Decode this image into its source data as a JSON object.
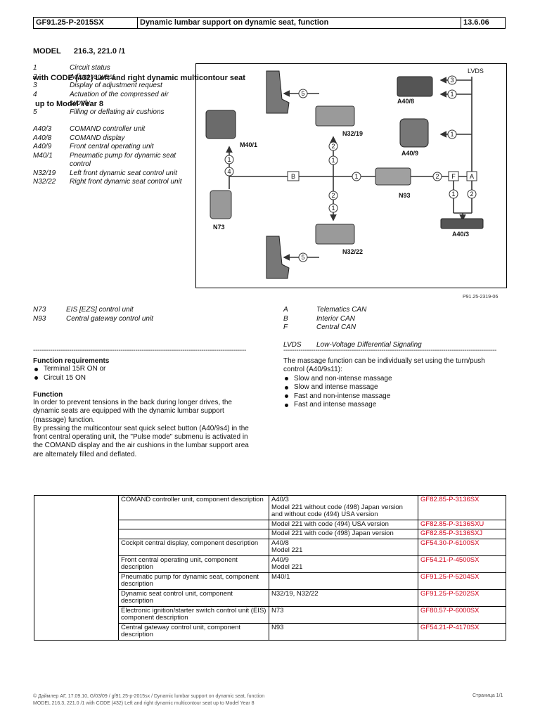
{
  "header": {
    "doc_id": "GF91.25-P-2015SX",
    "title": "Dynamic lumbar support on dynamic seat, function",
    "date": "13.6.06"
  },
  "model": {
    "line1": "MODEL      216.3, 221.0 /1",
    "line2": "with CODE (432) Left and right dynamic multicontour seat",
    "line3": " up to Model Year 8"
  },
  "legend_numbers": [
    {
      "key": "1",
      "text": "Circuit status"
    },
    {
      "key": "2",
      "text": "Adjust request"
    },
    {
      "key": "3",
      "text": "Display of adjustment request"
    },
    {
      "key": "4",
      "text": "Actuation of the compressed air supply"
    },
    {
      "key": "5",
      "text": "Filling or deflating air cushions"
    }
  ],
  "legend_components": [
    {
      "key": "A40/3",
      "text": "COMAND controller unit"
    },
    {
      "key": "A40/8",
      "text": "COMAND display"
    },
    {
      "key": "A40/9",
      "text": "Front central operating unit"
    },
    {
      "key": "M40/1",
      "text": "Pneumatic pump for dynamic seat control"
    },
    {
      "key": "N32/19",
      "text": "Left front dynamic seat control unit"
    },
    {
      "key": "N32/22",
      "text": "Right front dynamic seat control unit"
    }
  ],
  "legend_lower_left": [
    {
      "key": "N73",
      "text": "EIS [EZS] control unit"
    },
    {
      "key": "N93",
      "text": "Central gateway control unit"
    }
  ],
  "legend_lower_right": [
    {
      "key": "A",
      "text": "Telematics CAN"
    },
    {
      "key": "B",
      "text": "Interior CAN"
    },
    {
      "key": "F",
      "text": "Central CAN"
    }
  ],
  "legend_lvds": {
    "key": "LVDS",
    "text": "Low-Voltage Differential Signaling"
  },
  "diagram": {
    "labels": {
      "lvds": "LVDS",
      "a40_8": "A40/8",
      "a40_9": "A40/9",
      "a40_3": "A40/3",
      "m40_1": "M40/1",
      "n32_19": "N32/19",
      "n32_22": "N32/22",
      "n73": "N73",
      "n93": "N93",
      "bus_b": "B",
      "bus_f": "F",
      "bus_a": "A",
      "n1": "1",
      "n2": "2",
      "n3": "3",
      "n4": "4",
      "n5": "5"
    },
    "figure_id": "P91.25-2319-06"
  },
  "dashes": "----------------------------------------------------------------------------------------------------------------------",
  "function_requirements": {
    "title": "Function requirements",
    "items": [
      "Terminal 15R ON or",
      "Circuit 15 ON"
    ]
  },
  "function": {
    "title": "Function",
    "p1": "In order to prevent tensions in the back during longer drives, the dynamic seats are equipped with the dynamic lumbar support (massage) function.",
    "p2": "By pressing the multicontour seat quick select button (A40/9s4) in the front central operating unit, the \"Pulse mode\" submenu is activated in the COMAND display and the air cushions in the lumbar support area are alternately filled and deflated."
  },
  "massage": {
    "intro": "The massage function can be individually set using the turn/push control (A40/9s11):",
    "items": [
      "Slow and non-intense massage",
      "Slow and intense massage",
      "Fast and non-intense massage",
      "Fast and intense massage"
    ]
  },
  "ref_table": {
    "rows": [
      {
        "desc": "COMAND controller unit, component description",
        "code": "A40/3\nModel 221 without code (498) Japan version and without code (494) USA version",
        "ref": "GF82.85-P-3136SX"
      },
      {
        "desc": "",
        "code": "Model 221 with code (494) USA version",
        "ref": "GF82.85-P-3136SXU"
      },
      {
        "desc": "",
        "code": "Model 221 with code (498) Japan version",
        "ref": "GF82.85-P-3136SXJ"
      },
      {
        "desc": "Cockpit central display, component description",
        "code": "A40/8\nModel 221",
        "ref": "GF54.30-P-6100SX"
      },
      {
        "desc": "Front central operating unit, component description",
        "code": "A40/9\nModel 221",
        "ref": "GF54.21-P-4500SX"
      },
      {
        "desc": "Pneumatic pump for dynamic seat, component description",
        "code": "M40/1",
        "ref": "GF91.25-P-5204SX"
      },
      {
        "desc": "Dynamic seat control unit, component description",
        "code": "N32/19, N32/22",
        "ref": "GF91.25-P-5202SX"
      },
      {
        "desc": "Electronic ignition/starter switch control unit (EIS) component description",
        "code": "N73",
        "ref": "GF80.57-P-6000SX"
      },
      {
        "desc": "Central gateway control unit, component description",
        "code": "N93",
        "ref": "GF54.21-P-4170SX"
      }
    ]
  },
  "footer": {
    "line1": "© Даймлер АГ, 17.09.10, G/03/09 / gf91.25-p-2015sx / Dynamic lumbar support on dynamic seat, function",
    "line2": "MODEL 216.3, 221.0 /1 with CODE (432) Left and right dynamic multicontour seat up to Model Year 8",
    "page": "Страница 1/1"
  },
  "colors": {
    "link_red": "#d0021b"
  }
}
